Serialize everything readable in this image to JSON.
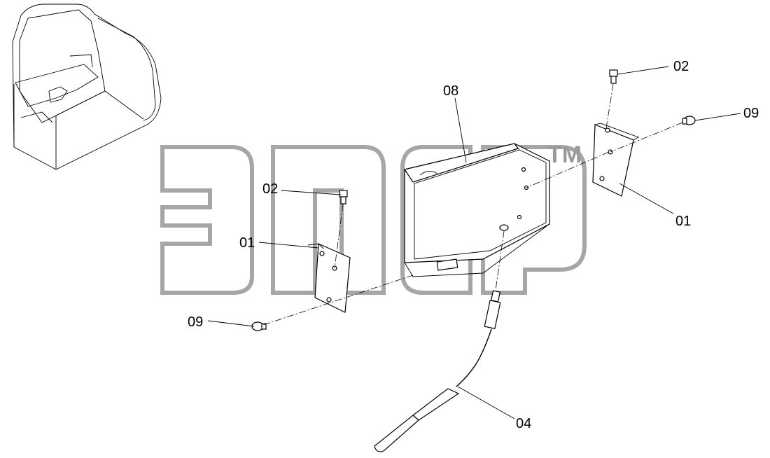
{
  "callouts": {
    "c02_top": "02",
    "c09_top": "09",
    "c08": "08",
    "c01_right": "01",
    "c02_left": "02",
    "c01_left": "01",
    "c09_left": "09",
    "c04": "04"
  },
  "watermark": {
    "trademark": "TM"
  }
}
